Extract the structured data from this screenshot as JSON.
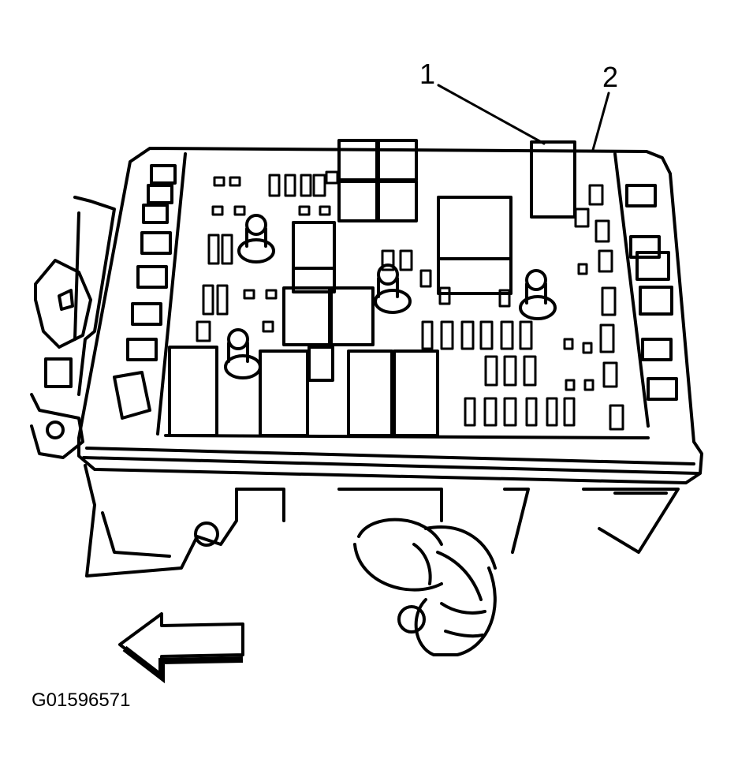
{
  "callouts": [
    {
      "number": "1"
    },
    {
      "number": "2"
    }
  ],
  "figure_code": "G01596571",
  "colors": {
    "line": "#000000",
    "background": "#ffffff"
  }
}
